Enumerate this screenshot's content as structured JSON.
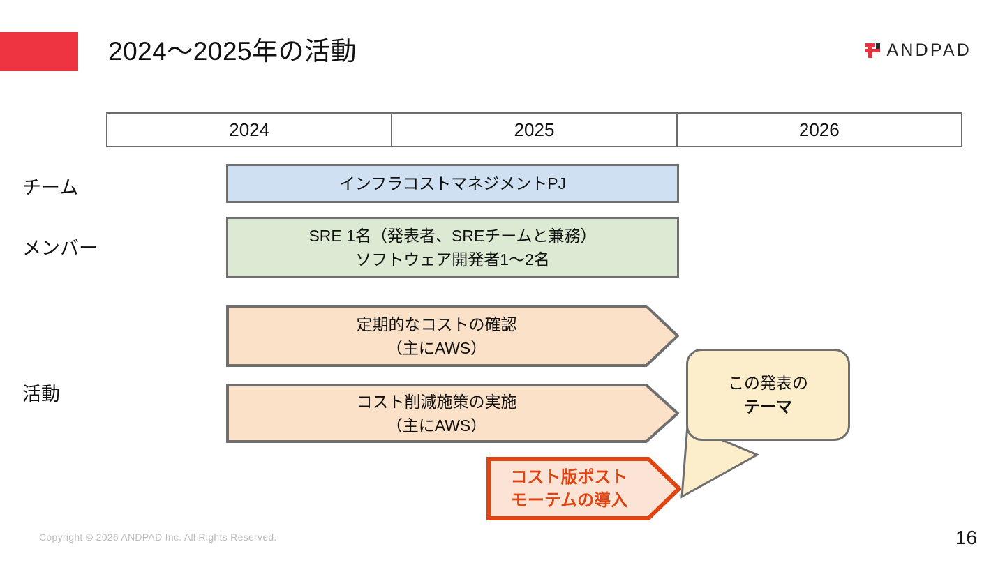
{
  "slide": {
    "title": "2024〜2025年の活動",
    "page_number": "16",
    "copyright": "Copyright © 2026 ANDPAD Inc. All Rights Reserved.",
    "accent_color": "#ee3341"
  },
  "brand": {
    "name": "ANDPAD",
    "mark_color": "#e3353f"
  },
  "timeline": {
    "years": [
      "2024",
      "2025",
      "2026"
    ]
  },
  "rows": [
    {
      "label": "チーム"
    },
    {
      "label": "メンバー"
    },
    {
      "label": "活動"
    }
  ],
  "bars": {
    "team": {
      "text": "インフラコストマネジメントPJ",
      "color": "#cfe0f2"
    },
    "member": {
      "line1": "SRE 1名（発表者、SREチームと兼務）",
      "line2": "ソフトウェア開発者1〜2名",
      "color": "#dce9d3"
    }
  },
  "arrows": [
    {
      "line1": "定期的なコストの確認",
      "line2": "（主にAWS）",
      "fill": "#fae1c8",
      "stroke": "#6f6f6f"
    },
    {
      "line1": "コスト削減施策の実施",
      "line2": "（主にAWS）",
      "fill": "#fae1c8",
      "stroke": "#6f6f6f"
    }
  ],
  "highlight_arrow": {
    "line1": "コスト版ポスト",
    "line2": "モーテムの導入",
    "fill": "#fbe4d5",
    "stroke": "#df4413",
    "text_color": "#e04413"
  },
  "callout": {
    "line1": "この発表の",
    "line2": "テーマ",
    "fill": "#fceecb",
    "stroke": "#6f6f6f"
  }
}
